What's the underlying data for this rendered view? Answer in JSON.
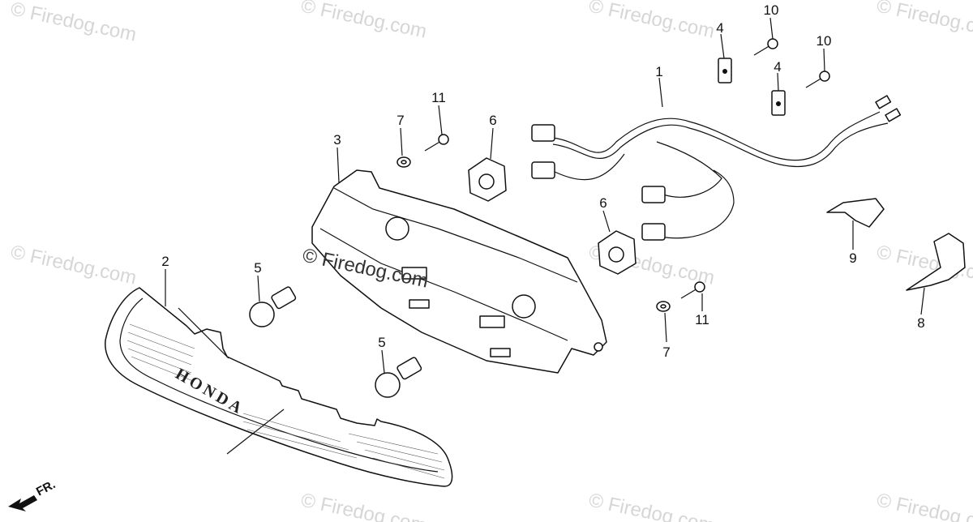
{
  "watermark": {
    "text": "© Firedog.com"
  },
  "center_watermark": "© Firedog.com",
  "lens_brand": "HONDA",
  "direction_label": "FR.",
  "callouts": [
    {
      "id": "c1",
      "label": "1"
    },
    {
      "id": "c2",
      "label": "2"
    },
    {
      "id": "c3",
      "label": "3"
    },
    {
      "id": "c4a",
      "label": "4"
    },
    {
      "id": "c4b",
      "label": "4"
    },
    {
      "id": "c5a",
      "label": "5"
    },
    {
      "id": "c5b",
      "label": "5"
    },
    {
      "id": "c6a",
      "label": "6"
    },
    {
      "id": "c6b",
      "label": "6"
    },
    {
      "id": "c7a",
      "label": "7"
    },
    {
      "id": "c7b",
      "label": "7"
    },
    {
      "id": "c8",
      "label": "8"
    },
    {
      "id": "c9",
      "label": "9"
    },
    {
      "id": "c10a",
      "label": "10"
    },
    {
      "id": "c10b",
      "label": "10"
    },
    {
      "id": "c11a",
      "label": "11"
    },
    {
      "id": "c11b",
      "label": "11"
    }
  ],
  "colors": {
    "line": "#111111",
    "watermark": "#c8c8c8",
    "background": "#ffffff"
  }
}
